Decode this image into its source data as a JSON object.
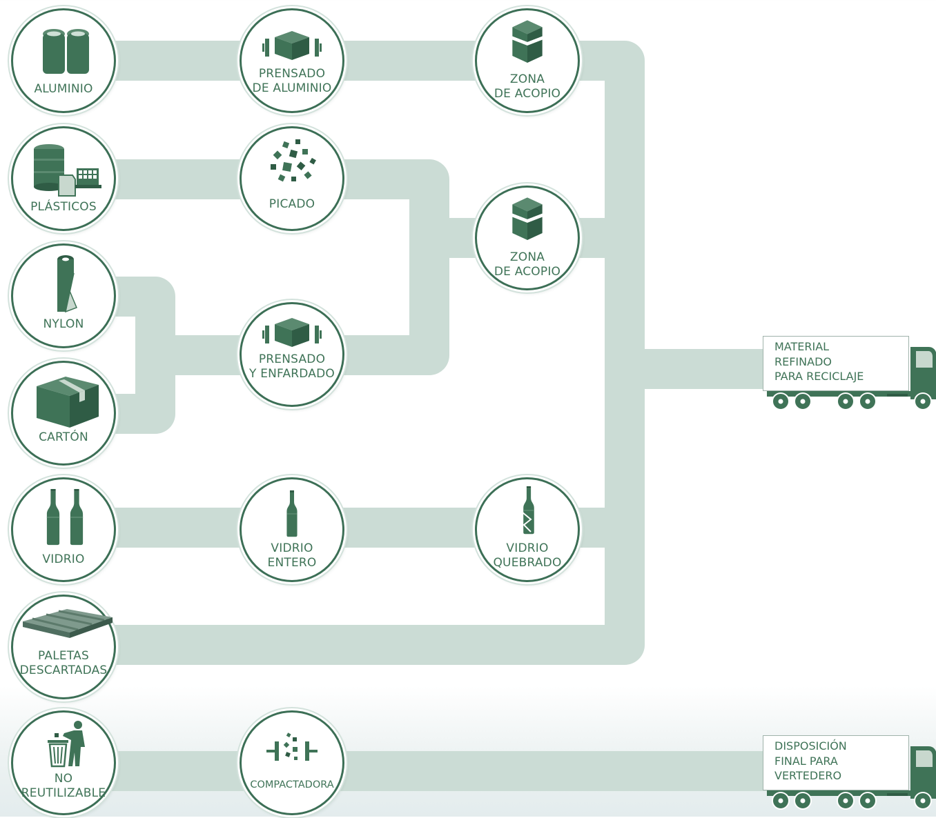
{
  "colors": {
    "primary": "#3f7357",
    "pipe": "#cbdcd5",
    "circle_border": "#3c6f56"
  },
  "nodes": {
    "aluminio": {
      "label": "ALUMINIO",
      "icon": "cans-icon"
    },
    "prensado_al": {
      "line1": "PRENSADO",
      "line2": "DE ALUMINIO",
      "icon": "press-icon"
    },
    "acopio_1": {
      "line1": "ZONA",
      "line2": "DE ACOPIO",
      "icon": "stacked-boxes-icon"
    },
    "plasticos": {
      "label": "PLÁSTICOS",
      "icon": "plastic-containers-icon"
    },
    "picado": {
      "label": "PICADO",
      "icon": "shredded-pieces-icon"
    },
    "acopio_2": {
      "line1": "ZONA",
      "line2": "DE ACOPIO",
      "icon": "stacked-boxes-icon"
    },
    "nylon": {
      "label": "NYLON",
      "icon": "nylon-roll-icon"
    },
    "carton": {
      "label": "CARTÓN",
      "icon": "cardboard-box-icon"
    },
    "prensado_enf": {
      "line1": "PRENSADO",
      "line2": "Y ENFARDADO",
      "icon": "press-icon"
    },
    "vidrio": {
      "label": "VIDRIO",
      "icon": "two-bottles-icon"
    },
    "vidrio_entero": {
      "line1": "VIDRIO",
      "line2": "ENTERO",
      "icon": "bottle-icon"
    },
    "vidrio_queb": {
      "line1": "VIDRIO",
      "line2": "QUEBRADO",
      "icon": "broken-bottle-icon"
    },
    "paletas": {
      "line1": "PALETAS",
      "line2": "DESCARTADAS",
      "icon": "pallet-icon"
    },
    "no_reutil": {
      "line1": "NO",
      "line2": "REUTILIZABLE",
      "icon": "trash-bin-person-icon"
    },
    "compactadora": {
      "label": "COMPACTADORA",
      "icon": "compactor-icon"
    }
  },
  "trucks": {
    "reciclaje": {
      "line1": "MATERIAL",
      "line2": "REFINADO",
      "line3": "PARA RECICLAJE",
      "icon": "truck-icon"
    },
    "vertedero": {
      "line1": "DISPOSICIÓN",
      "line2": "FINAL PARA",
      "line3": "VERTEDERO",
      "icon": "truck-icon"
    }
  }
}
